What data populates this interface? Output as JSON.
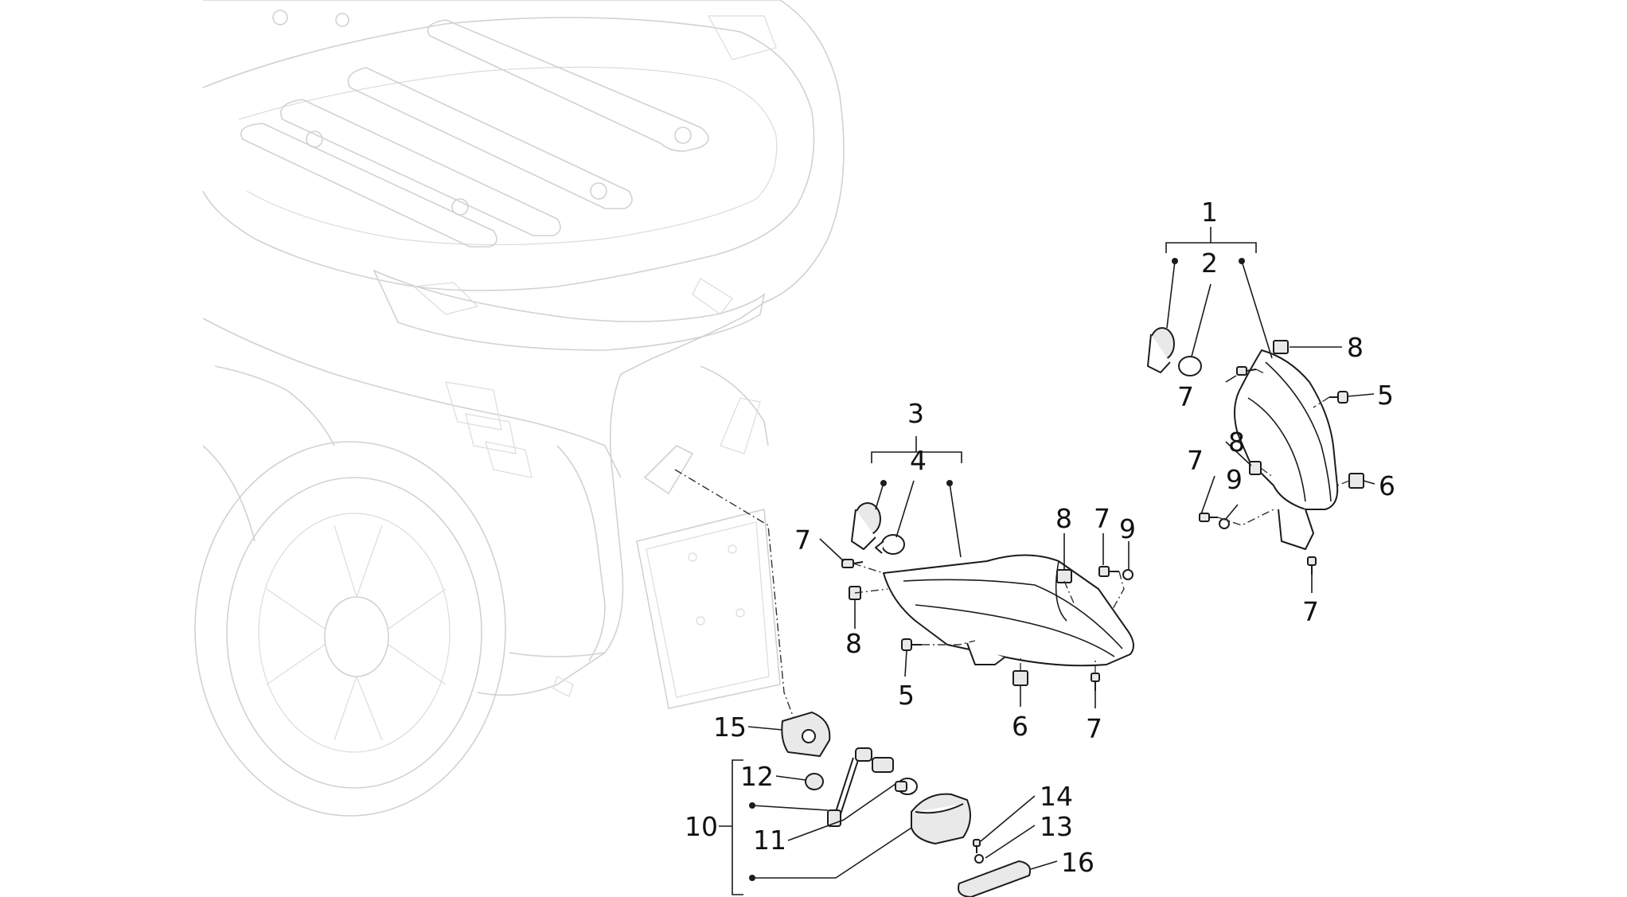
{
  "labels": {
    "l1": "1",
    "l2": "2",
    "l3": "3",
    "l4": "4",
    "l5a": "5",
    "l5b": "5",
    "l6a": "6",
    "l6b": "6",
    "l7a": "7",
    "l7b": "7",
    "l7c": "7",
    "l7d": "7",
    "l7e": "7",
    "l7f": "7",
    "l8a": "8",
    "l8b": "8",
    "l8c": "8",
    "l8d": "8",
    "l9a": "9",
    "l9b": "9",
    "l10": "10",
    "l11": "11",
    "l12": "12",
    "l13": "13",
    "l14": "14",
    "l15": "15",
    "l16": "16"
  },
  "colors": {
    "ink": "#1c1c1c",
    "ghost": "#cfd2d4",
    "background": "#ffffff"
  }
}
